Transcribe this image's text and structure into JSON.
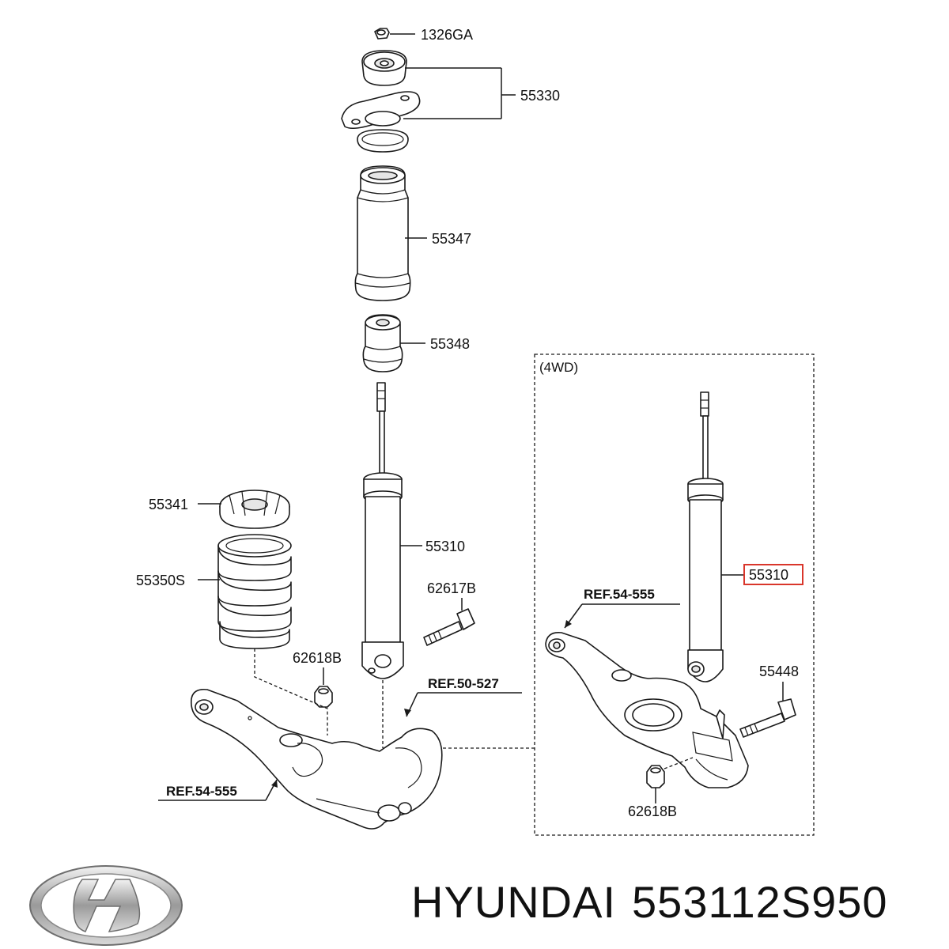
{
  "labels": {
    "nut_top": "1326GA",
    "mount": "55330",
    "dust_cover": "55347",
    "bump_stopper": "55348",
    "spring_pad": "55341",
    "spring": "55350S",
    "shock_absorber": "55310",
    "bolt": "62617B",
    "nut_bottom": "62618B",
    "ref_knuckle": "REF.50-527",
    "ref_arm_left": "REF.54-555",
    "wd_title": "(4WD)",
    "wd_shock": "55310",
    "wd_ref_arm": "REF.54-555",
    "wd_bolt": "55448",
    "wd_nut": "62618B"
  },
  "footer": {
    "brand": "HYUNDAI",
    "part_number": "553112S950"
  },
  "logo": {
    "icon": "hyundai-logo-icon"
  },
  "colors": {
    "highlight_box": "#d9362b",
    "line": "#1a1a1a"
  }
}
